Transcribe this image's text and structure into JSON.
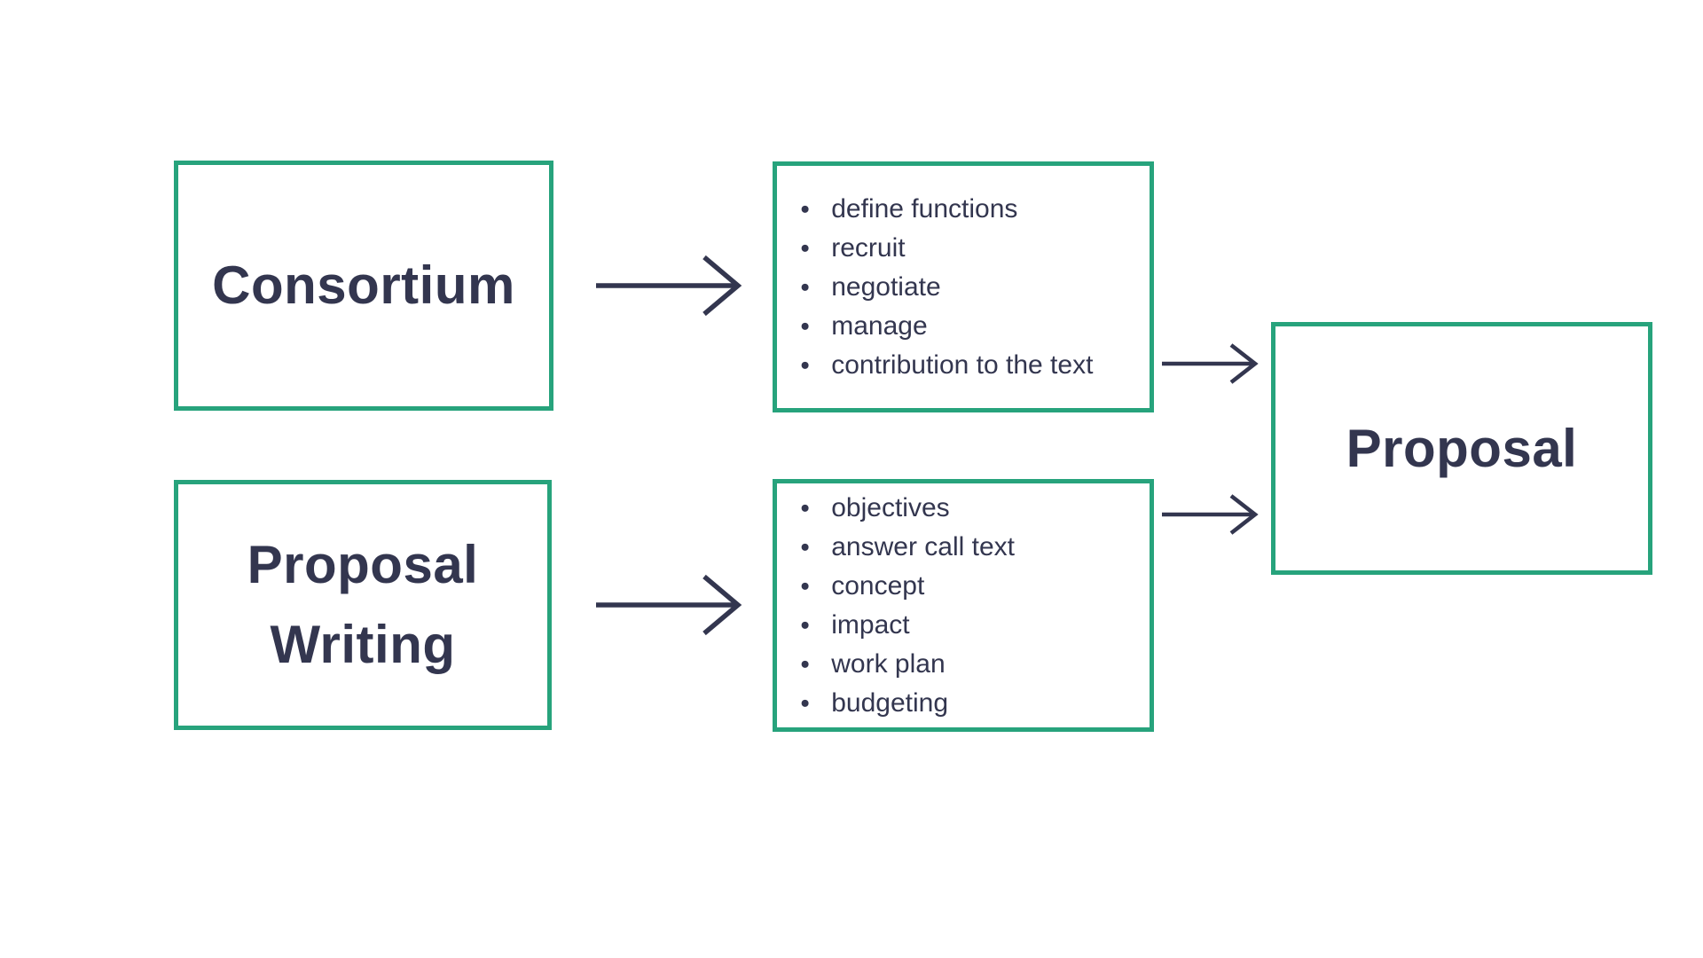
{
  "colors": {
    "accent": "#27a37c",
    "ink": "#33364f",
    "background": "#ffffff"
  },
  "diagram": {
    "nodes": {
      "consortium": {
        "label": "Consortium"
      },
      "consortium_tasks": {
        "items": [
          "define functions",
          "recruit",
          "negotiate",
          "manage",
          "contribution to the text"
        ]
      },
      "proposal_writing": {
        "label": "Proposal Writing"
      },
      "writing_tasks": {
        "items": [
          "objectives",
          "answer call text",
          "concept",
          "impact",
          "work plan",
          "budgeting"
        ]
      },
      "proposal": {
        "label": "Proposal"
      }
    },
    "edges": [
      {
        "from": "consortium",
        "to": "consortium_tasks",
        "icon": "right-arrow-icon"
      },
      {
        "from": "consortium_tasks",
        "to": "proposal",
        "icon": "right-arrow-icon"
      },
      {
        "from": "proposal_writing",
        "to": "writing_tasks",
        "icon": "right-arrow-icon"
      },
      {
        "from": "writing_tasks",
        "to": "proposal",
        "icon": "right-arrow-icon"
      }
    ]
  }
}
